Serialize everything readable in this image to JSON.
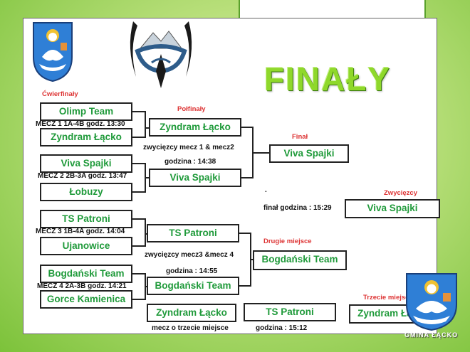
{
  "title": "FINAŁY",
  "stages": {
    "quarter": "Ćwierfinały",
    "semi": "Połfinały",
    "final": "Finał",
    "winner": "Zwycięzcy",
    "second": "Drugie miejsce",
    "third": "Trzecie miejsce"
  },
  "quarterfinals": [
    {
      "team_a": "Olimp Team",
      "team_b": "Zyndram Łącko",
      "info": "MECZ 1  1A-4B  godz. 13:30"
    },
    {
      "team_a": "Viva Spajki",
      "team_b": "Łobuzy",
      "info": "MECZ 2  2B-3A  godz. 13:47"
    },
    {
      "team_a": "TS Patroni",
      "team_b": "Ujanowice",
      "info": "MECZ 3  1B-4A  godz. 14:04"
    },
    {
      "team_a": "Bogdański Team",
      "team_b": "Gorce Kamienica",
      "info": "MECZ 4  2A-3B  godz. 14:21"
    }
  ],
  "semifinals": [
    {
      "team_a": "Zyndram Łącko",
      "team_b": "Viva Spajki",
      "info": "zwycięzcy mecz 1 & mecz2",
      "time": "godzina : 14:38"
    },
    {
      "team_a": "TS Patroni",
      "team_b": "Bogdański Team",
      "info": "zwycięzcy mecz3 &mecz 4",
      "time": "godzina : 14:55"
    }
  ],
  "final": {
    "team": "Viva Spajki",
    "dot": ".",
    "time": "finał godzina :   15:29"
  },
  "winner": "Viva Spajki",
  "second_place": "Bogdański Team",
  "third_match": {
    "team_a": "Zyndram Łącko",
    "team_b": "TS Patroni",
    "label": "mecz o trzecie miejsce",
    "time": "godzina : 15:12"
  },
  "third_place": "Zyndram Łącko",
  "footer_logo": "GMINA ŁĄCKO",
  "icons": {
    "crest": "coat-of-arms-icon",
    "hall": "hala-lacko-logo-icon",
    "footer": "gmina-crest-icon"
  }
}
